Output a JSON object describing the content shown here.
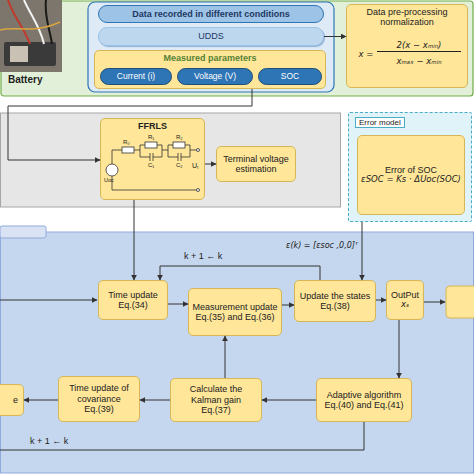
{
  "diagram": {
    "nodes": [
      {
        "text": [
          "Data recorded in different conditions"
        ]
      },
      {
        "text": [
          "UDDS"
        ]
      },
      {
        "text": [
          "Measured parameters"
        ]
      },
      {
        "text": [
          "Current (i)"
        ],
        "in": 2
      },
      {
        "text": [
          "Voltage (V)"
        ],
        "in": 2
      },
      {
        "text": [
          "SOC"
        ],
        "in": 2
      },
      {
        "text": [
          "Data pre-processing normalization",
          "x =",
          "2(x − xₘᵢₙ)",
          "xₘₐₓ − xₘᵢₙ"
        ]
      },
      {
        "text": [
          "FFRLS"
        ]
      },
      {
        "text": [
          "Terminal voltage estimation"
        ]
      },
      {
        "text": [
          "Error model"
        ]
      },
      {
        "text": [
          "Error of SOC",
          "εSOC = Ks · ΔUoc(SOC)"
        ],
        "in": 9
      },
      {
        "text": [
          "Time update",
          "Eq.(34)"
        ]
      },
      {
        "text": [
          "Measurement update",
          "Eq.(35) and Eq.(36)"
        ]
      },
      {
        "text": [
          "Update the states",
          "Eq.(38)"
        ]
      },
      {
        "text": [
          "OutPut",
          "xₛ"
        ]
      },
      {
        "text": [
          "e"
        ]
      },
      {
        "text": [
          "Time update of covariance",
          "Eq.(39)"
        ]
      },
      {
        "text": [
          "Calculate the Kalman gain",
          "Eq.(37)"
        ]
      },
      {
        "text": [
          "Adaptive algorithm",
          "Eq.(40) and Eq.(41)"
        ]
      }
    ],
    "edges": [
      {
        "from": 1,
        "to": 6,
        "arrow": "to"
      },
      {
        "from": 2,
        "to": 7,
        "arrow": "to"
      },
      {
        "from": 7,
        "to": 8,
        "arrow": "to"
      },
      {
        "from": 7,
        "to": 11,
        "arrow": "to"
      },
      {
        "from": 11,
        "to": 12,
        "arrow": "to"
      },
      {
        "from": 12,
        "to": 13,
        "arrow": "to"
      },
      {
        "from": 13,
        "to": 14,
        "arrow": "to"
      },
      {
        "from": 9,
        "to": 13,
        "label": "ε(k) = [εsoc ,0,0]ᵀ",
        "arrow": "to"
      },
      {
        "from": 14,
        "to": 18,
        "arrow": "to"
      },
      {
        "from": 18,
        "to": 17,
        "arrow": "to"
      },
      {
        "from": 17,
        "to": 16,
        "arrow": "to"
      },
      {
        "from": 16,
        "to": 15,
        "arrow": "to"
      },
      {
        "from": 17,
        "to": 12,
        "arrow": "to"
      },
      {
        "from": 13,
        "to": 11,
        "arrow": "to"
      }
    ],
    "labels": [
      "Battery",
      "k + 1 ← k",
      "k + 1 ← k",
      "R₀",
      "R₁",
      "R₂",
      "C₁",
      "C₂",
      "Uoc",
      "Uₜ"
    ]
  }
}
